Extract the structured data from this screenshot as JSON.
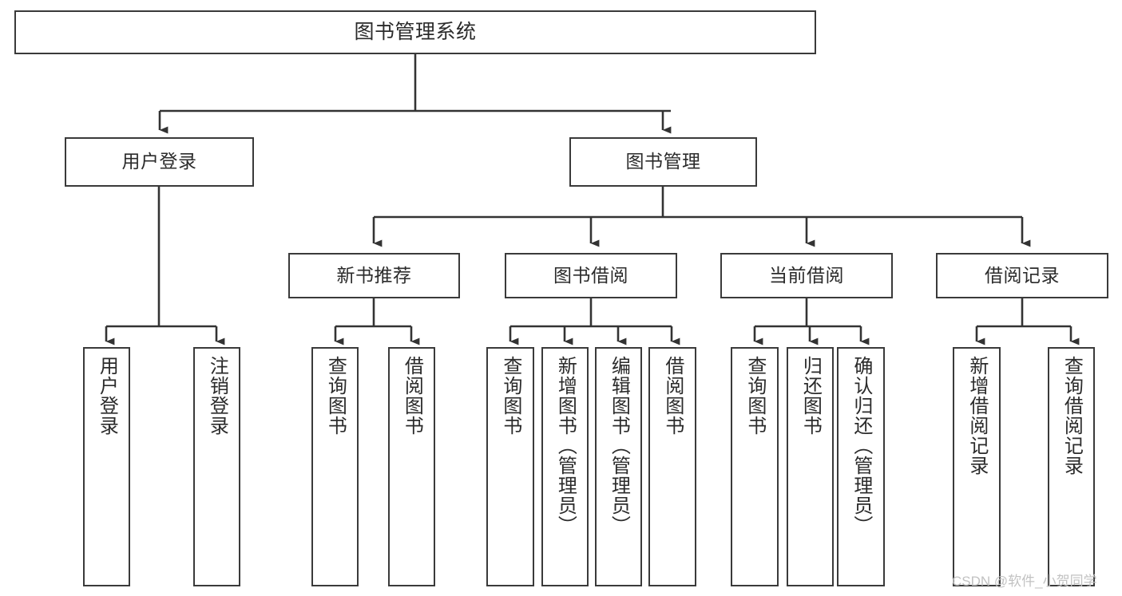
{
  "diagram": {
    "title": "图书管理系统",
    "type": "tree-structure-chart",
    "colors": {
      "border": "#3a3a3a",
      "text": "#2b2b2b",
      "background": "#ffffff",
      "watermark": "#c2c2c2"
    },
    "watermark": "CSDN @软件_小贺同学",
    "root": {
      "label": "图书管理系统"
    },
    "level2": [
      {
        "label": "用户登录"
      },
      {
        "label": "图书管理"
      }
    ],
    "level3": [
      {
        "label": "新书推荐"
      },
      {
        "label": "图书借阅"
      },
      {
        "label": "当前借阅"
      },
      {
        "label": "借阅记录"
      }
    ],
    "leaves_user_login": [
      {
        "label": "用户登录"
      },
      {
        "label": "注销登录"
      }
    ],
    "leaves_new_book": [
      {
        "label": "查询图书"
      },
      {
        "label": "借阅图书"
      }
    ],
    "leaves_borrow": [
      {
        "label": "查询图书"
      },
      {
        "label": "新增图书（管理员）"
      },
      {
        "label": "编辑图书（管理员）"
      },
      {
        "label": "借阅图书"
      }
    ],
    "leaves_current": [
      {
        "label": "查询图书"
      },
      {
        "label": "归还图书"
      },
      {
        "label": "确认归还（管理员）"
      }
    ],
    "leaves_record": [
      {
        "label": "新增借阅记录"
      },
      {
        "label": "查询借阅记录"
      }
    ]
  }
}
